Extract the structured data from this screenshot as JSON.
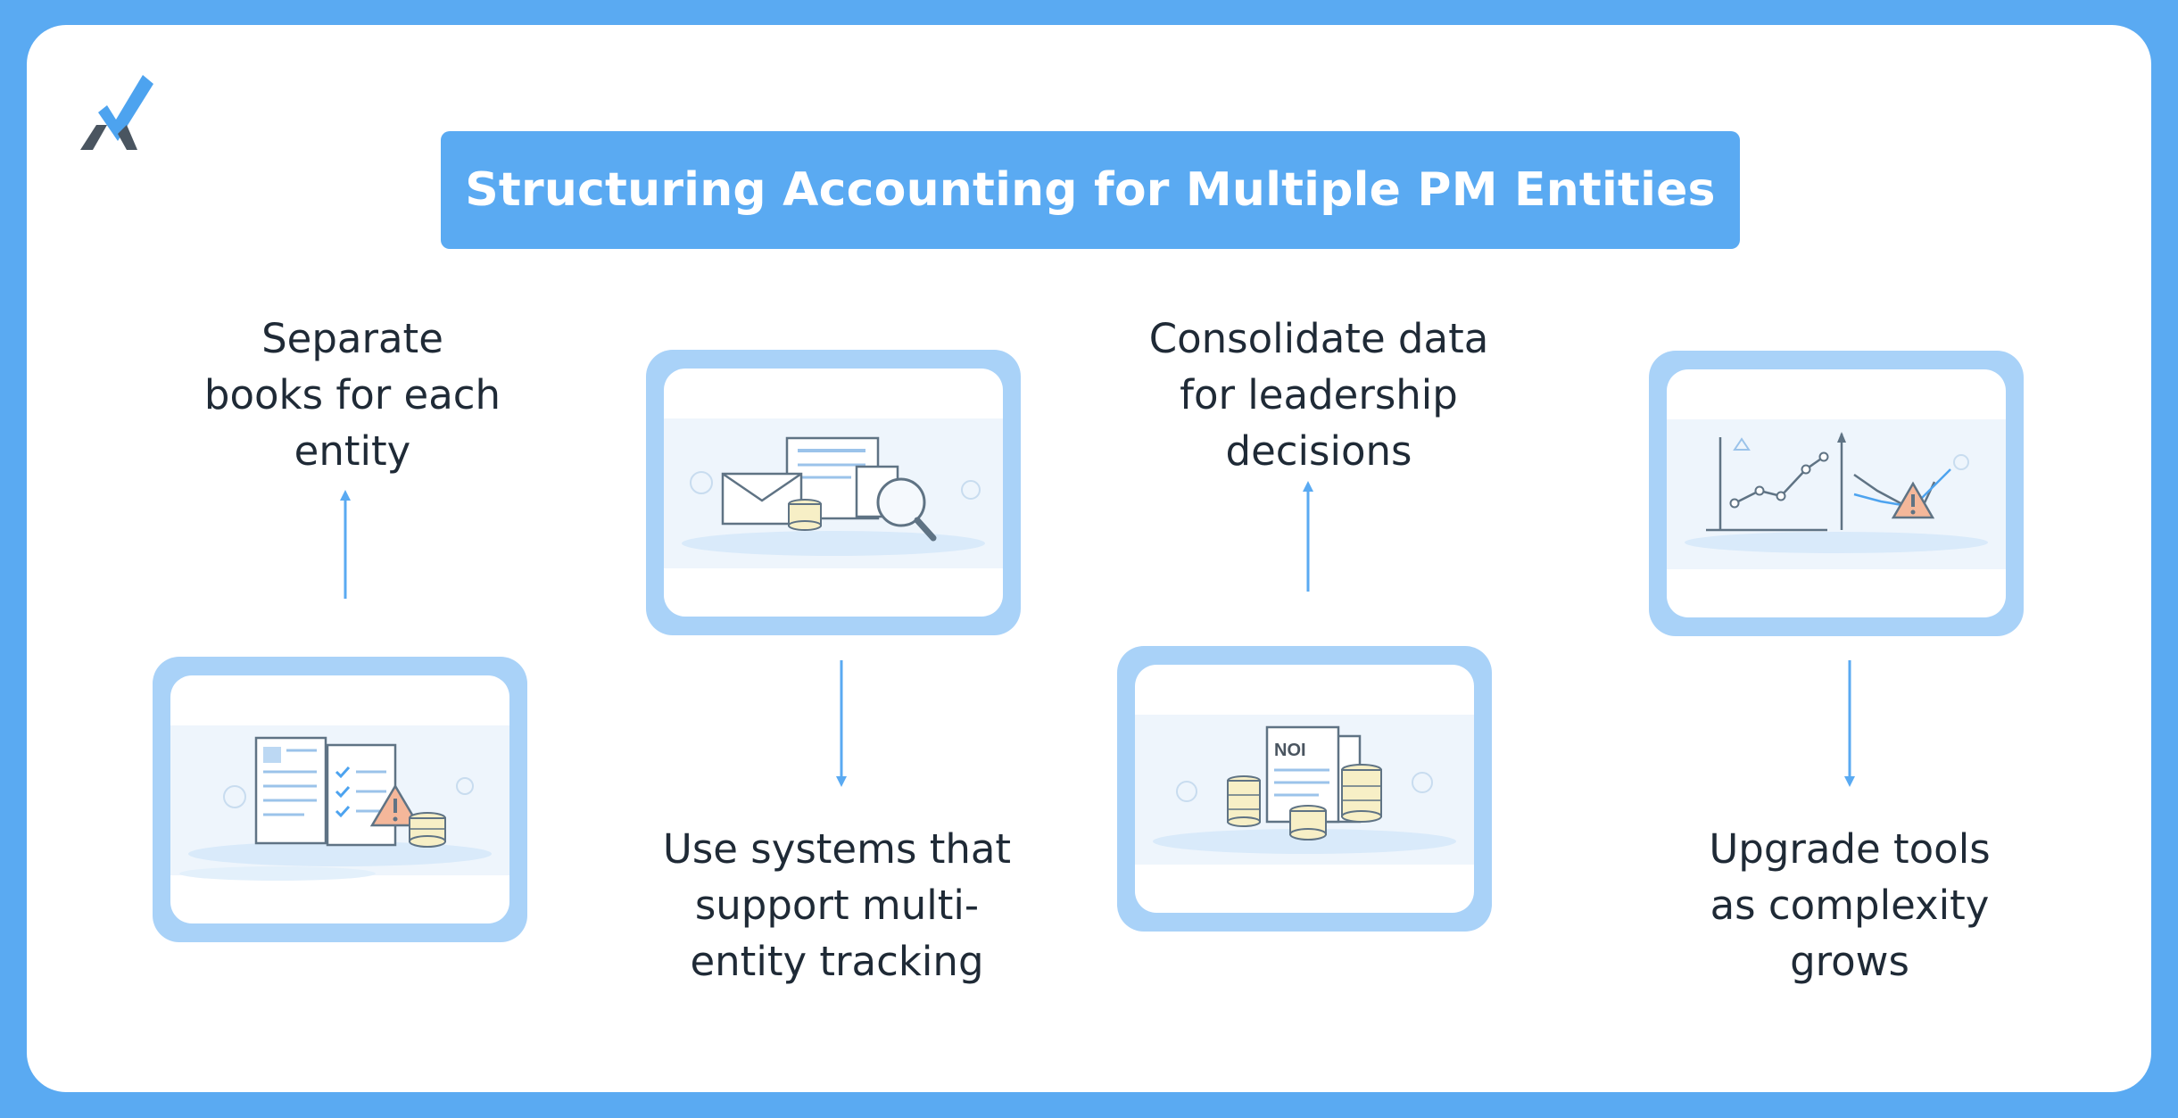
{
  "title": "Structuring Accounting for Multiple PM Entities",
  "colors": {
    "frame": "#5aaaf2",
    "card_border": "#a9d2f8",
    "arrow": "#5aaaf2",
    "logo_blue": "#4da3ef",
    "logo_dark": "#4a5560",
    "warning": "#f4b79a"
  },
  "steps": [
    {
      "label_lines": [
        "Separate",
        "books for each",
        "entity"
      ],
      "illustration": "ledgers-warning-coins-icon",
      "arrow": "up"
    },
    {
      "label_lines": [
        "Use systems that",
        "support multi-",
        "entity tracking"
      ],
      "illustration": "documents-magnifier-icon",
      "arrow": "down"
    },
    {
      "label_lines": [
        "Consolidate data",
        "for leadership",
        "decisions"
      ],
      "illustration": "noi-report-coins-icon",
      "arrow": "up"
    },
    {
      "label_lines": [
        "Upgrade tools",
        "as complexity",
        "grows"
      ],
      "illustration": "charts-warning-icon",
      "arrow": "down"
    }
  ]
}
